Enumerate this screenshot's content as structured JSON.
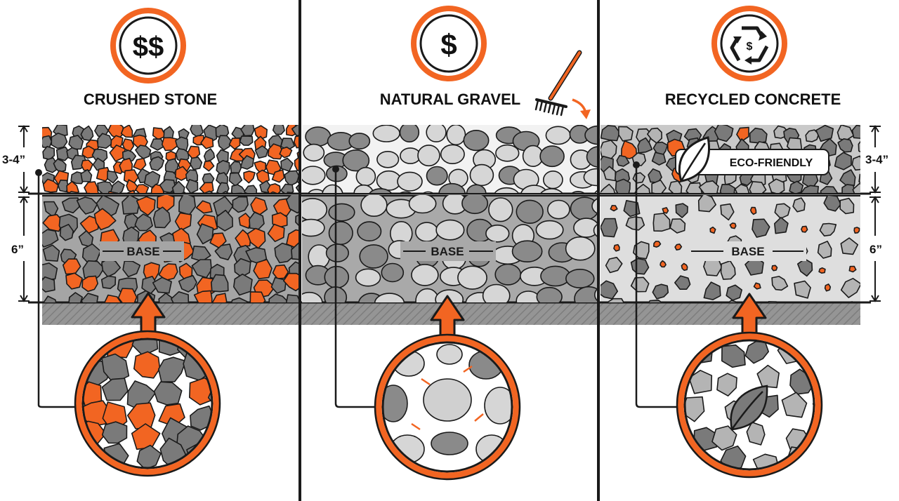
{
  "colors": {
    "orange": "#f26522",
    "stone_gray": "#7a7a7a",
    "pebble_light": "#d6d6d6",
    "pebble_dark": "#8a8a8a",
    "base_fill": "#a8a8a8",
    "subgrade": "#8f8f8f",
    "outline": "#1a1a1a"
  },
  "dimensions": {
    "top_layer": "3-4”",
    "base_layer": "6”"
  },
  "panels": [
    {
      "title": "CRUSHED STONE",
      "cost_symbol": "$$",
      "cost_icon": "double-dollar-icon",
      "base_label": "BASE",
      "material": "crushed-stone"
    },
    {
      "title": "NATURAL GRAVEL",
      "cost_symbol": "$",
      "cost_icon": "dollar-icon",
      "base_label": "BASE",
      "material": "natural-gravel",
      "tool_icon": "rake-icon"
    },
    {
      "title": "RECYCLED CONCRETE",
      "cost_symbol": "$",
      "cost_icon": "recycle-dollar-icon",
      "base_label": "BASE",
      "material": "recycled-concrete",
      "badge": "ECO-FRIENDLY",
      "badge_icon": "leaf-icon"
    }
  ]
}
